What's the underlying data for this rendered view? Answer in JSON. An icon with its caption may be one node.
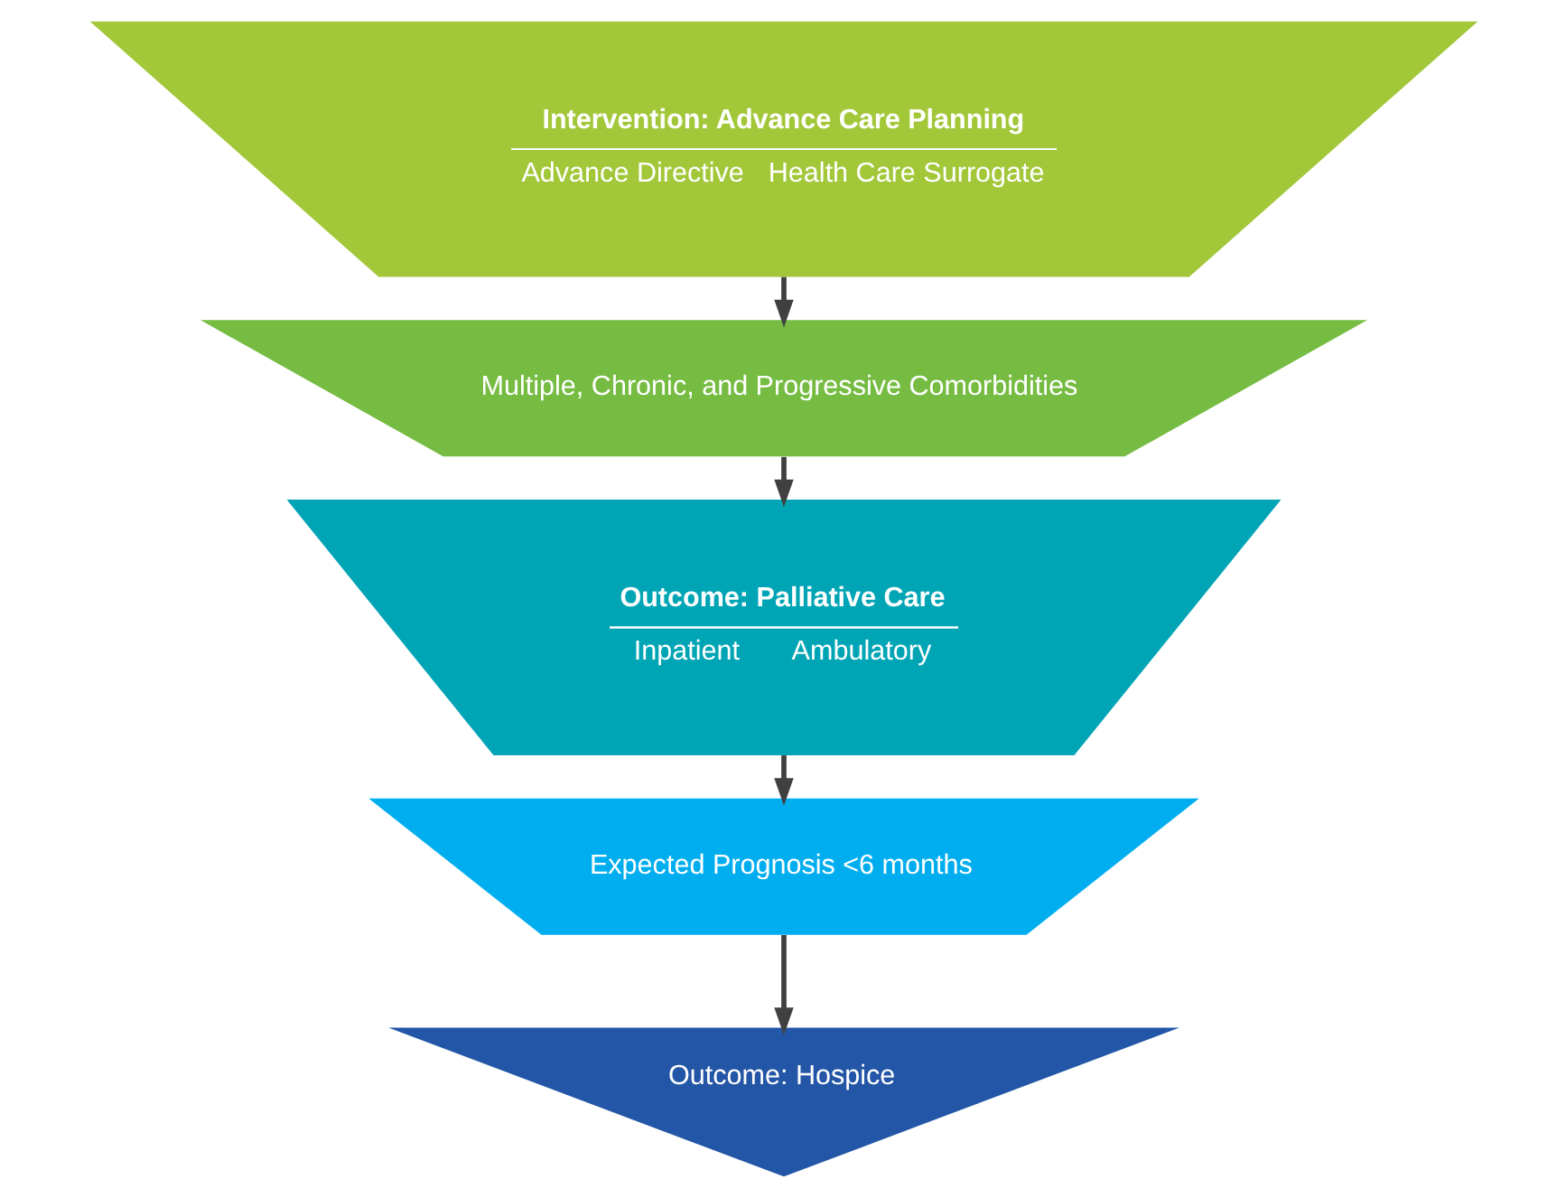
{
  "diagram": {
    "nodes": [
      {
        "text": [
          "Intervention: Advance Care Planning",
          "Advance Directive",
          "Health Care Surrogate"
        ]
      },
      {
        "text": [
          "Multiple, Chronic, and Progressive Comorbidities"
        ]
      },
      {
        "text": [
          "Outcome: Palliative Care",
          "Inpatient",
          "Ambulatory"
        ]
      },
      {
        "text": [
          "Expected Prognosis <6 months"
        ]
      },
      {
        "text": [
          "Outcome: Hospice"
        ]
      }
    ],
    "edges": [
      {
        "from": 0,
        "to": 1,
        "arrow": "to"
      },
      {
        "from": 1,
        "to": 2,
        "arrow": "to"
      },
      {
        "from": 2,
        "to": 3,
        "arrow": "to"
      },
      {
        "from": 3,
        "to": 4,
        "arrow": "to"
      }
    ]
  }
}
